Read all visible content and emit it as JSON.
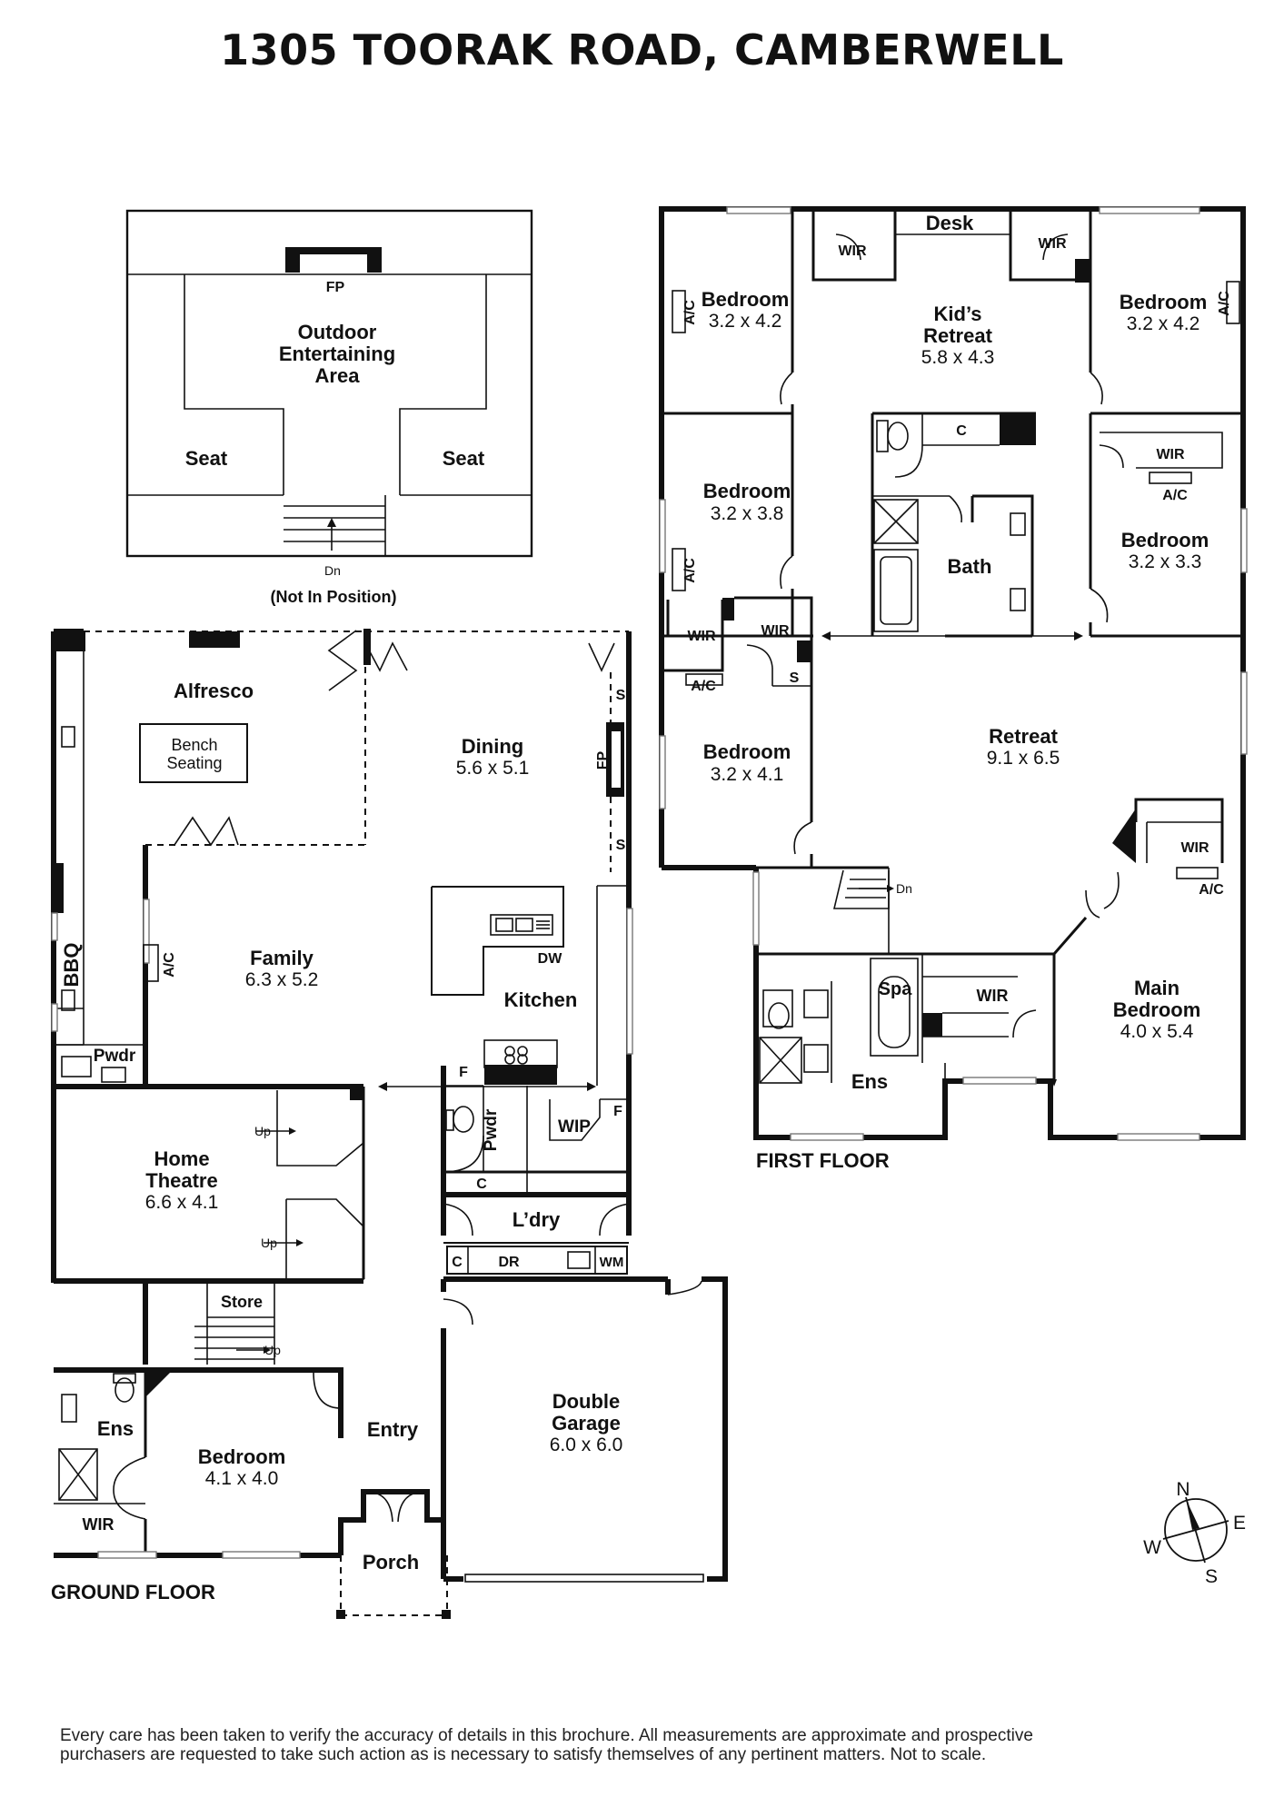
{
  "title": "1305 TOORAK ROAD, CAMBERWELL",
  "floor_labels": {
    "ground": "GROUND FLOOR",
    "first": "FIRST FLOOR"
  },
  "outdoor": {
    "fp": "FP",
    "area_lines": [
      "Outdoor",
      "Entertaining",
      "Area"
    ],
    "seat_left": "Seat",
    "seat_right": "Seat",
    "dn": "Dn",
    "note": "(Not In Position)"
  },
  "ground": {
    "alfresco": "Alfresco",
    "bench_lines": [
      "Bench",
      "Seating"
    ],
    "dining_name": "Dining",
    "dining_size": "5.6 x 5.1",
    "fp": "FP",
    "s_top": "S",
    "s_bottom": "S",
    "family_name": "Family",
    "family_size": "6.3 x 5.2",
    "ac": "A/C",
    "bbq": "BBQ",
    "dw": "DW",
    "kitchen": "Kitchen",
    "pwdr_left": "Pwdr",
    "home_theatre_lines": [
      "Home",
      "Theatre"
    ],
    "home_theatre_size": "6.6 x 4.1",
    "up_top": "Up",
    "up_bottom": "Up",
    "f_left": "F",
    "f_right": "F",
    "pwdr_vertical": "Pwdr",
    "wip": "WIP",
    "c_pantry": "C",
    "laundry": "L’dry",
    "c_laundry": "C",
    "dr": "DR",
    "wm": "WM",
    "store": "Store",
    "up_stair": "Up",
    "ens": "Ens",
    "wir": "WIR",
    "bedroom_name": "Bedroom",
    "bedroom_size": "4.1 x 4.0",
    "entry": "Entry",
    "porch": "Porch",
    "garage_lines": [
      "Double",
      "Garage"
    ],
    "garage_size": "6.0 x 6.0"
  },
  "first": {
    "desk": "Desk",
    "wir_tl": "WIR",
    "wir_tr": "WIR",
    "bed1_name": "Bedroom",
    "bed1_size": "3.2 x 4.2",
    "ac1": "A/C",
    "kids_lines": [
      "Kid’s",
      "Retreat"
    ],
    "kids_size": "5.8 x 4.3",
    "bed2_name": "Bedroom",
    "bed2_size": "3.2 x 4.2",
    "ac2": "A/C",
    "c_linen": "C",
    "bed3_name": "Bedroom",
    "bed3_size": "3.2 x 3.8",
    "ac3": "A/C",
    "bath": "Bath",
    "wir_r": "WIR",
    "ac_r": "A/C",
    "bed4_name": "Bedroom",
    "bed4_size": "3.2 x 3.3",
    "wir_a": "WIR",
    "wir_b": "WIR",
    "ac_b": "A/C",
    "s": "S",
    "bed5_name": "Bedroom",
    "bed5_size": "3.2 x 4.1",
    "retreat_name": "Retreat",
    "retreat_size": "9.1 x 6.5",
    "wir_main": "WIR",
    "ac_main": "A/C",
    "dn": "Dn",
    "spa": "Spa",
    "wir_ens": "WIR",
    "ens": "Ens",
    "main_lines": [
      "Main",
      "Bedroom"
    ],
    "main_size": "4.0 x 5.4"
  },
  "compass": {
    "n": "N",
    "e": "E",
    "s": "S",
    "w": "W"
  },
  "disclaimer_lines": [
    "Every care has been taken to verify the accuracy of details in this brochure. All measurements are approximate and prospective",
    "purchasers are requested to take such action as is necessary to satisfy themselves of any pertinent matters. Not to scale."
  ]
}
